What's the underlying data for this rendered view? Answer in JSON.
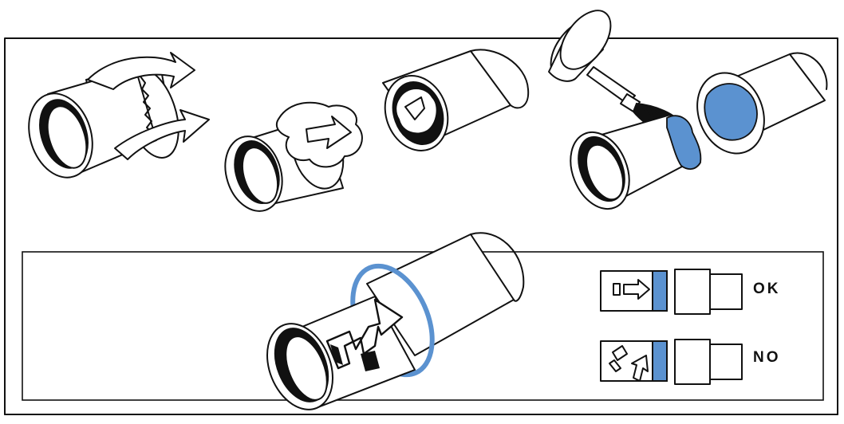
{
  "colors": {
    "accent_blue": "#5b92d0",
    "line": "#111111",
    "background": "#ffffff"
  },
  "legend": {
    "ok_label": "OK",
    "no_label": "NO"
  },
  "steps": [
    {
      "name": "remove-burrs",
      "icon": "pipe-with-abrasive-strip-icon"
    },
    {
      "name": "clean-surfaces",
      "icon": "pipe-with-cloth-icon"
    },
    {
      "name": "apply-adhesive",
      "icon": "brush-and-can-icon"
    },
    {
      "name": "insert-and-twist",
      "icon": "pipe-joint-rotation-icon"
    }
  ]
}
